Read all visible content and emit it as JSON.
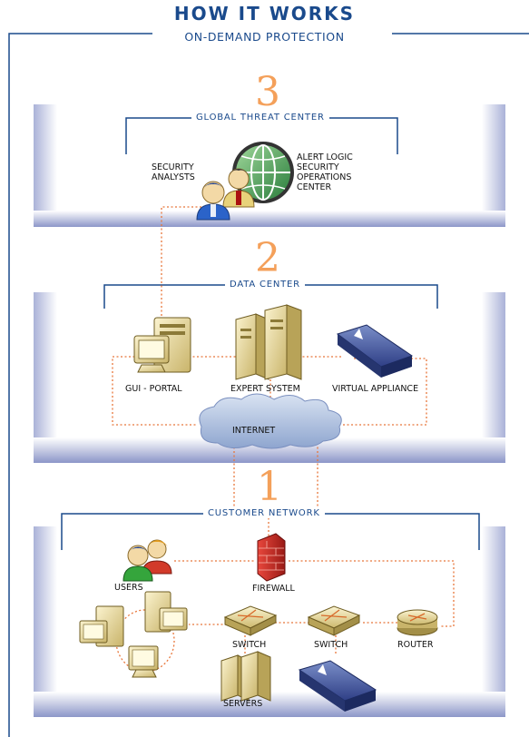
{
  "header": {
    "title": "HOW IT WORKS",
    "subtitle": "ON-DEMAND PROTECTION"
  },
  "tiers": [
    {
      "number": "3",
      "name": "GLOBAL THREAT CENTER"
    },
    {
      "number": "2",
      "name": "DATA CENTER"
    },
    {
      "number": "1",
      "name": "CUSTOMER NETWORK"
    }
  ],
  "labels": {
    "security_analysts": "SECURITY ANALYSTS",
    "soc": "ALERT LOGIC SECURITY OPERATIONS CENTER",
    "gui_portal": "GUI - PORTAL",
    "expert_system": "EXPERT SYSTEM",
    "virtual_appliance": "VIRTUAL APPLIANCE",
    "internet": "INTERNET",
    "users": "USERS",
    "firewall": "FIREWALL",
    "switch_1": "SWITCH",
    "switch_2": "SWITCH",
    "router": "ROUTER",
    "servers": "SERVERS"
  },
  "colors": {
    "accent_blue": "#1a4a8c",
    "band_blue": "#8c96c8",
    "link_orange": "#e8763a",
    "number_orange": "#f4a05a"
  }
}
